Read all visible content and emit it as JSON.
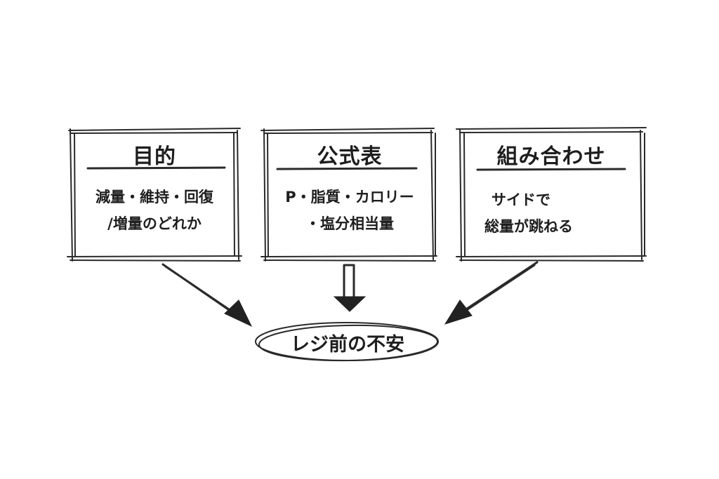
{
  "boxes": [
    {
      "title": "目的",
      "lines": [
        "減量・維持・回復",
        "/増量のどれか"
      ]
    },
    {
      "title": "公式表",
      "lines": [
        "P・脂質・カロリー",
        "・塩分相当量"
      ]
    },
    {
      "title": "組み合わせ",
      "lines": [
        "サイドで",
        "総量が跳ねる"
      ]
    }
  ],
  "result": "レジ前の不安",
  "colors": {
    "ink": "#222222",
    "background": "#ffffff"
  }
}
